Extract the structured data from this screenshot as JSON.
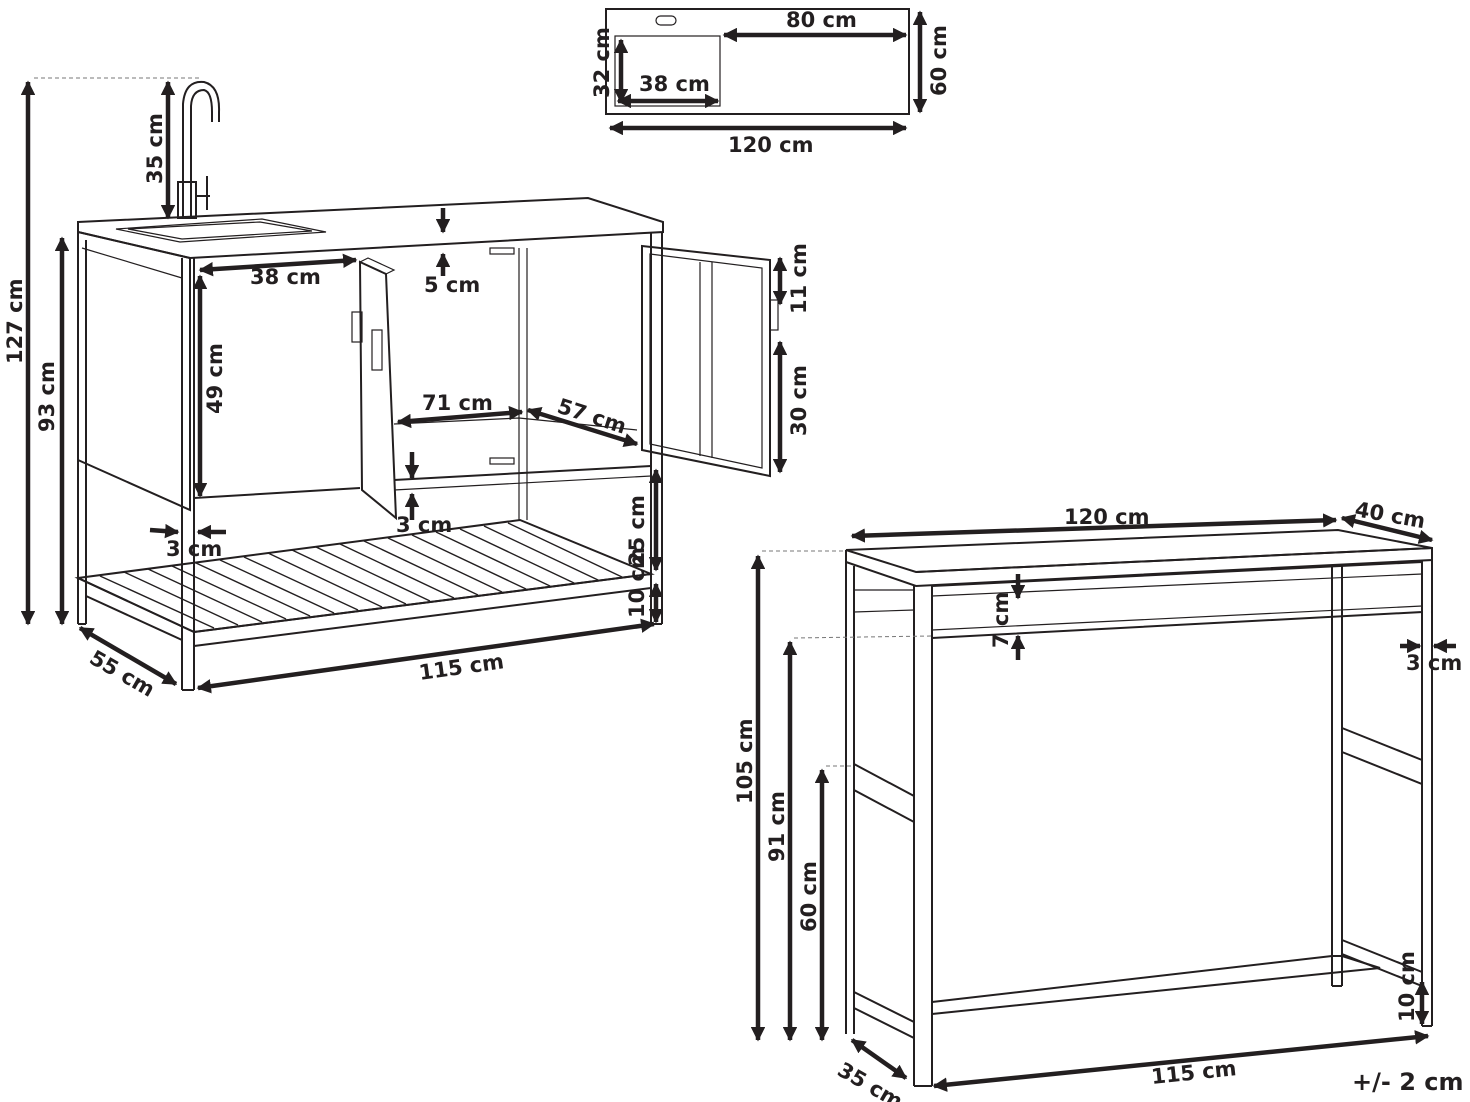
{
  "top_view": {
    "width": "120 cm",
    "depth": "60 cm",
    "counter_right": "80 cm",
    "sink_width": "38 cm",
    "sink_depth": "32 cm"
  },
  "cabinet": {
    "total_height": "127 cm",
    "body_height": "93 cm",
    "faucet_height": "35 cm",
    "opening_width": "38 cm",
    "top_thickness": "5 cm",
    "opening_height": "49 cm",
    "door_gap_top": "11 cm",
    "door_panel": "30 cm",
    "inner_width": "71 cm",
    "inner_depth": "57 cm",
    "rail_height": "3 cm",
    "post_width": "3 cm",
    "shelf_gap": "25 cm",
    "foot_height": "10 cm",
    "depth": "55 cm",
    "width": "115 cm"
  },
  "table": {
    "top_width": "120 cm",
    "top_depth": "40 cm",
    "apron": "7 cm",
    "post_width": "3 cm",
    "total_height": "105 cm",
    "under_apron_height": "91 cm",
    "side_rail_height": "60 cm",
    "foot_height": "10 cm",
    "base_depth": "35 cm",
    "base_width": "115 cm"
  },
  "tolerance": "+/- 2 cm"
}
